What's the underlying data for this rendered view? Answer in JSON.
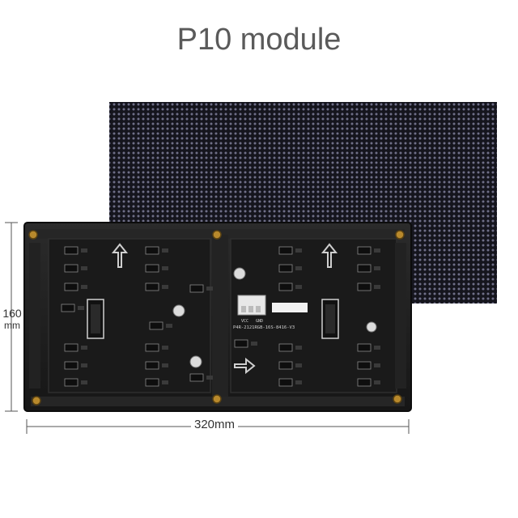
{
  "title": "P10 module",
  "dimensions": {
    "width_label": "320mm",
    "height_value": "160",
    "height_unit": "mm"
  },
  "board_labels": {
    "power_left": "VCC",
    "power_right": "GND",
    "part_number": "P4R-2121RGB-16S-8416-V3"
  },
  "colors": {
    "background": "#ffffff",
    "led_panel": "#1b1b24",
    "pcb": "#1e1e1e",
    "title_text": "#5a5a5a",
    "screw": "#b8892c"
  }
}
